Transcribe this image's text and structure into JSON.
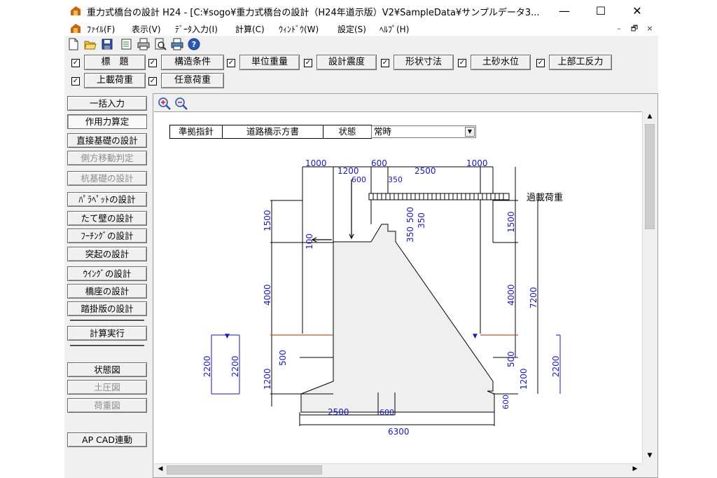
{
  "window": {
    "title": "重力式橋台の設計 H24 - [C:¥sogo¥重力式橋台の設計（H24年道示版）V2¥SampleData¥サンプルデータ3...",
    "minimize_glyph": "—",
    "maximize_glyph": "☐",
    "close_glyph": "✕"
  },
  "menu": {
    "items": [
      "ﾌｧｲﾙ(F)",
      "表示(V)",
      "ﾃﾞｰﾀ入力(I)",
      "計算(C)",
      "ｳｨﾝﾄﾞｳ(W)",
      "設定(S)",
      "ﾍﾙﾌﾟ(H)"
    ],
    "mdi_min": "–",
    "mdi_restore": "🗗",
    "mdi_close": "×"
  },
  "toolbar_icons": [
    "new-file-icon",
    "open-folder-icon",
    "save-icon",
    "edit-icon",
    "print-icon",
    "print-preview-icon",
    "print-setup-icon",
    "help-icon"
  ],
  "check_glyph": "✓",
  "data_buttons": {
    "row1": [
      "標　題",
      "構造条件",
      "単位重量",
      "設計震度",
      "形状寸法",
      "土砂水位",
      "上部工反力"
    ],
    "row2": [
      "上載荷重",
      "任意荷重"
    ]
  },
  "left_panel": {
    "batch_input": "一括入力",
    "items": [
      "作用力算定",
      "直接基礎の設計",
      "側方移動判定",
      "杭基礎の設計",
      "ﾊﾟﾗﾍﾟｯﾄの設計",
      "たて壁の設計",
      "ﾌｰﾁﾝｸﾞの設計",
      "突起の設計",
      "ｳｲﾝｸﾞの設計",
      "橋座の設計",
      "踏掛版の設計"
    ],
    "calc_run": "計算実行",
    "views": [
      "状態図",
      "土圧図",
      "荷重図"
    ],
    "cad": "AP CAD連動"
  },
  "zoom": {
    "zoom_in": "zoom-in-icon",
    "zoom_out": "zoom-out-icon"
  },
  "drawing": {
    "spec_label": "準拠指針",
    "spec_value": "道路橋示方書",
    "state_label": "状態",
    "state_value": "常時",
    "surcharge_label": "過載荷重",
    "dims": {
      "top_left_1000": "1000",
      "top_600": "600",
      "top_2500": "2500",
      "top_right_1000": "1000",
      "d1200": "1200",
      "d600": "600",
      "d350": "350",
      "left_1500": "1500",
      "left_100": "100",
      "left_4000": "4000",
      "left_500": "500",
      "left_1200": "1200",
      "left_2200_a": "2200",
      "left_2200_b": "2200",
      "mid_500": "500",
      "mid_350": "350",
      "mid_350b": "350",
      "right_1500": "1500",
      "right_4000": "4000",
      "right_7200": "7200",
      "right_500": "500",
      "right_1200": "1200",
      "right_2200": "2200",
      "bottom_2500": "2500",
      "bottom_600": "600",
      "bottom_600_v": "600",
      "bottom_6300": "6300"
    },
    "colors": {
      "dimension_blue": "#1a1ab4",
      "ground_brown": "#b45a28",
      "concrete_fill": "#efefef"
    }
  }
}
